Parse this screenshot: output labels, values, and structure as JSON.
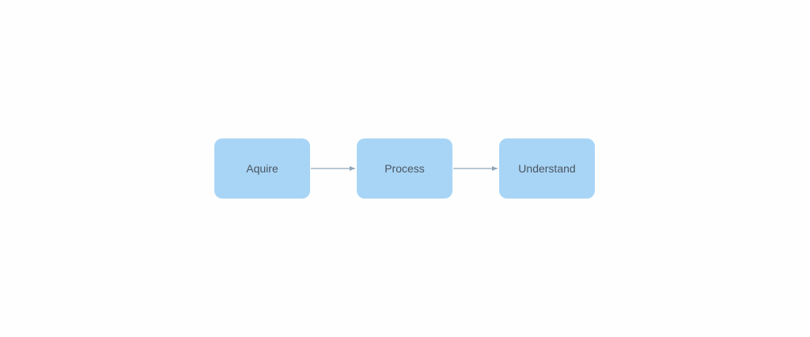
{
  "diagram": {
    "nodes": [
      {
        "id": "acquire",
        "label": "Aquire"
      },
      {
        "id": "process",
        "label": "Process"
      },
      {
        "id": "understand",
        "label": "Understand"
      }
    ],
    "edges": [
      {
        "from": "acquire",
        "to": "process"
      },
      {
        "from": "process",
        "to": "understand"
      }
    ]
  },
  "colors": {
    "node_fill": "#a8d5f6",
    "node_text": "#4b5560",
    "edge": "#8fa5b8",
    "background": "#fefefe"
  }
}
